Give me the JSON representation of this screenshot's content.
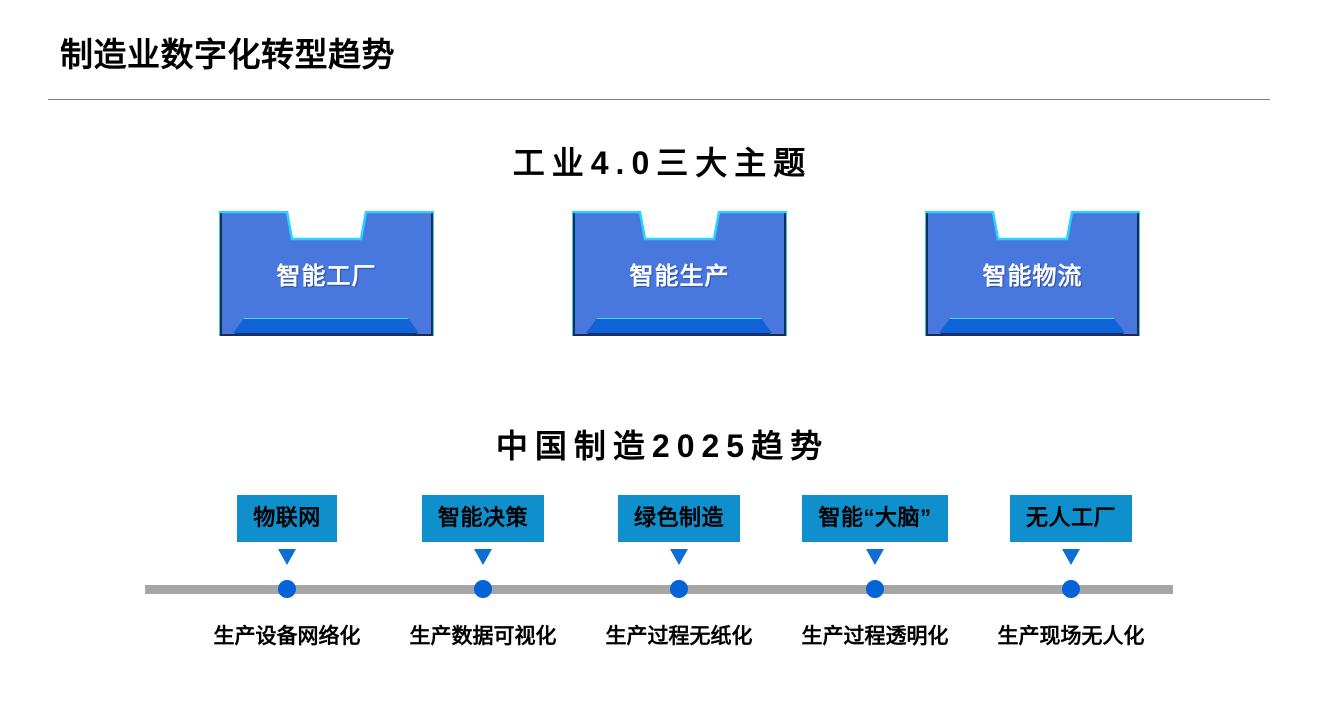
{
  "header": {
    "title": "制造业数字化转型趋势",
    "rule_color": "#808080"
  },
  "sections": {
    "topic": {
      "heading": "工业4.0三大主题",
      "screen_color": "#4878de",
      "screen_outline_color": "#2ad2ff",
      "base_color": "#0f63d6",
      "items": [
        {
          "label": "智能工厂",
          "icon": "laptop-icon"
        },
        {
          "label": "智能生产",
          "icon": "laptop-icon"
        },
        {
          "label": "智能物流",
          "icon": "laptop-icon"
        }
      ]
    },
    "trend": {
      "heading": "中国制造2025趋势",
      "badge_color": "#0f8fcc",
      "bar_color": "#a6a6a6",
      "dot_color": "#0563d8",
      "pointer_color": "#0d6fd6",
      "nodes": [
        {
          "badge": "物联网",
          "caption": "生产设备网络化"
        },
        {
          "badge": "智能决策",
          "caption": "生产数据可视化"
        },
        {
          "badge": "绿色制造",
          "caption": "生产过程无纸化"
        },
        {
          "badge": "智能“大脑”",
          "caption": "生产过程透明化"
        },
        {
          "badge": "无人工厂",
          "caption": "生产现场无人化"
        }
      ]
    }
  }
}
